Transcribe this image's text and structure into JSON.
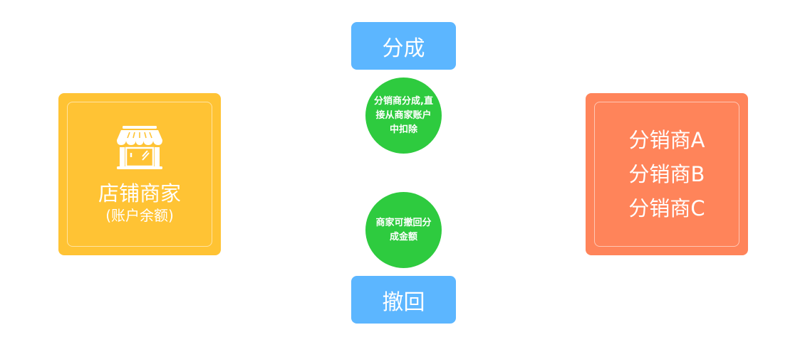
{
  "merchant": {
    "title": "店铺商家",
    "subtitle": "(账户余额)",
    "icon": "store-icon",
    "color": "#FFC334"
  },
  "distributors": {
    "items": [
      "分销商A",
      "分销商B",
      "分销商C"
    ],
    "color": "#FF845A"
  },
  "actions": {
    "split_label": "分成",
    "revoke_label": "撤回",
    "color": "#5CB6FF"
  },
  "notes": {
    "split_note": "分销商分成,直接从商家账户中扣除",
    "revoke_note": "商家可撤回分成金额",
    "color": "#2ECB3F"
  }
}
